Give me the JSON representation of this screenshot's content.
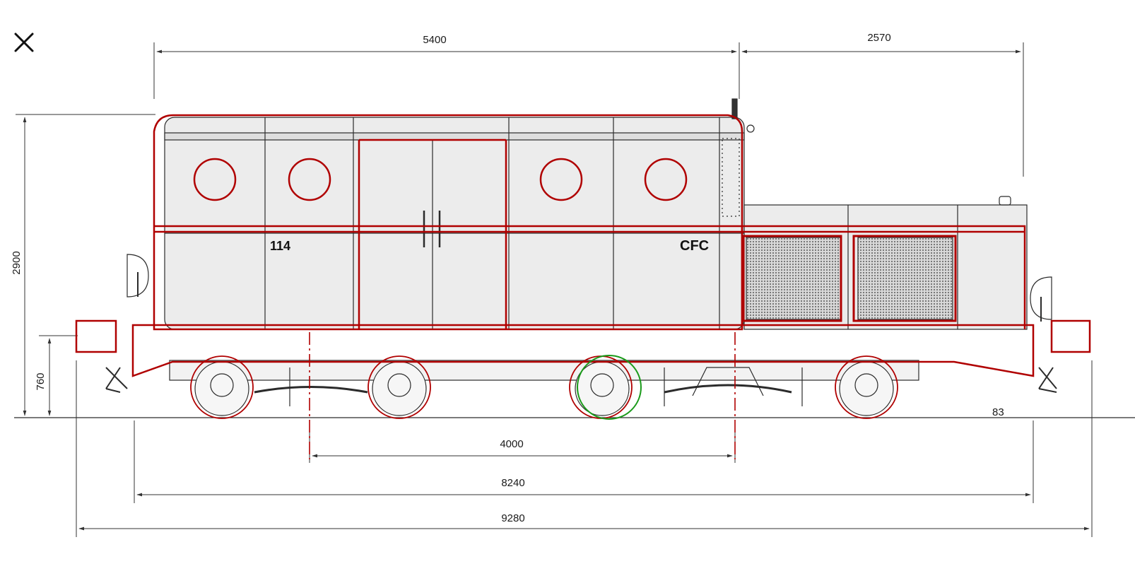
{
  "drawing": {
    "dimensions": {
      "cab_length": "5400",
      "hood_length": "2570",
      "total_height": "2900",
      "frame_height": "760",
      "wheelbase": "4000",
      "frame_length": "8240",
      "overall_length": "9280"
    },
    "markings": {
      "number": "114",
      "operator": "CFC",
      "small_note": "83"
    }
  },
  "close_button": {
    "label": "×",
    "icon": "close-icon"
  },
  "colors": {
    "line_drawing": "#2b2b2b",
    "overlay_red": "#b00000",
    "overlay_green": "#1a9a1a",
    "fill_grey": "#e6e6e6",
    "mesh": "#8a8a8a"
  }
}
